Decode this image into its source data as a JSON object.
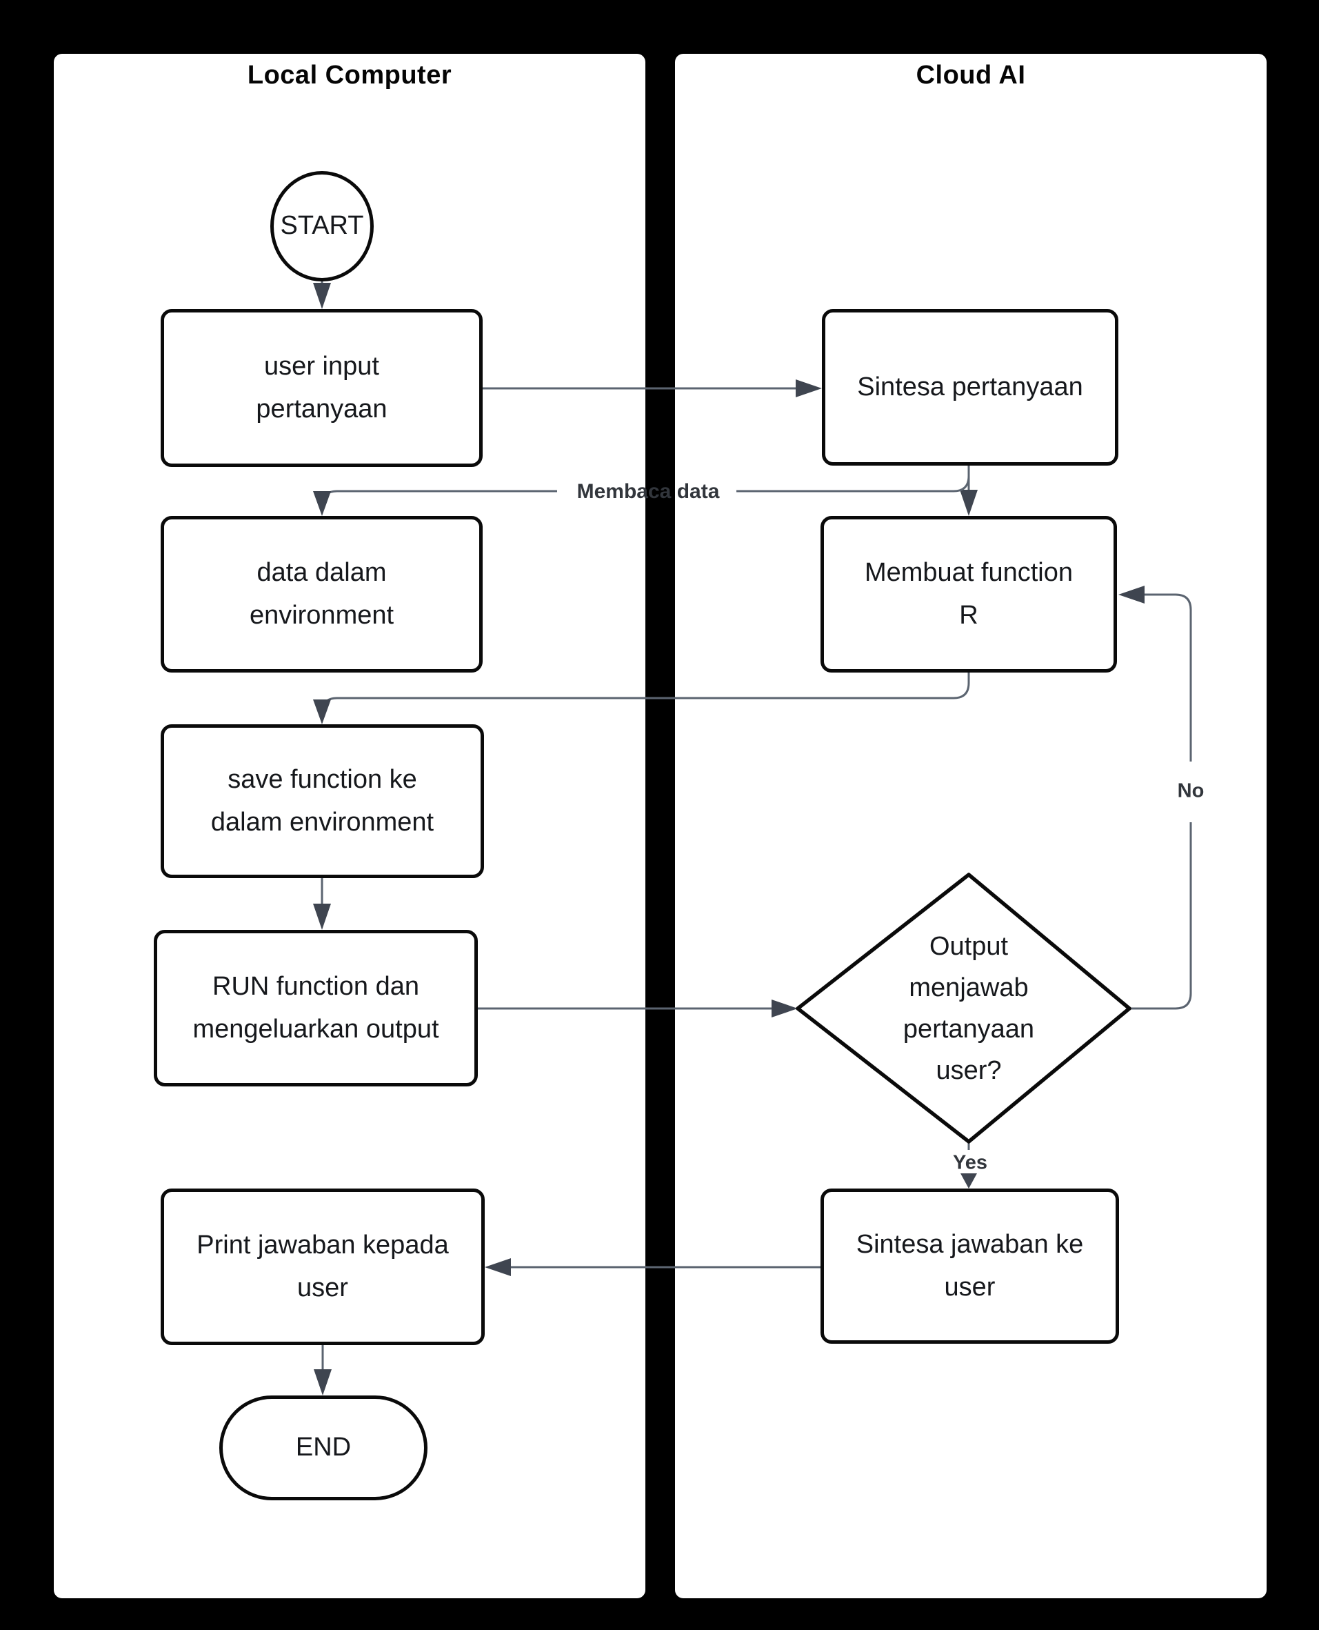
{
  "diagram": {
    "type": "flowchart-swimlane",
    "lanes": [
      {
        "id": "local",
        "title": "Local Computer"
      },
      {
        "id": "cloud",
        "title": "Cloud AI"
      }
    ],
    "nodes": {
      "start": {
        "label": "START",
        "shape": "circle",
        "lane": "local"
      },
      "user_input": {
        "label": "user input\npertanyaan",
        "shape": "rect",
        "lane": "local"
      },
      "data_env": {
        "label": "data dalam\nenvironment",
        "shape": "rect",
        "lane": "local"
      },
      "save_fn": {
        "label": "save function ke\ndalam environment",
        "shape": "rect",
        "lane": "local"
      },
      "run_fn": {
        "label": "RUN function dan\nmengeluarkan output",
        "shape": "rect",
        "lane": "local"
      },
      "print_out": {
        "label": "Print jawaban kepada\nuser",
        "shape": "rect",
        "lane": "local"
      },
      "end": {
        "label": "END",
        "shape": "stadium",
        "lane": "local"
      },
      "sintesa_q": {
        "label": "Sintesa pertanyaan",
        "shape": "rect",
        "lane": "cloud"
      },
      "membuat_fn": {
        "label": "Membuat function\nR",
        "shape": "rect",
        "lane": "cloud"
      },
      "decision": {
        "label": "Output\nmenjawab\npertanyaan\nuser?",
        "shape": "diamond",
        "lane": "cloud"
      },
      "sintesa_j": {
        "label": "Sintesa jawaban ke\nuser",
        "shape": "rect",
        "lane": "cloud"
      }
    },
    "edge_labels": {
      "membaca_data": "Membaca data",
      "no": "No",
      "yes": "Yes"
    },
    "edges": [
      {
        "from": "start",
        "to": "user_input"
      },
      {
        "from": "user_input",
        "to": "sintesa_q"
      },
      {
        "from": "sintesa_q",
        "to": "membuat_fn"
      },
      {
        "from": "sintesa_q",
        "to": "data_env",
        "label": "Membaca data"
      },
      {
        "from": "membuat_fn",
        "to": "save_fn"
      },
      {
        "from": "save_fn",
        "to": "run_fn"
      },
      {
        "from": "run_fn",
        "to": "decision"
      },
      {
        "from": "decision",
        "to": "membuat_fn",
        "label": "No"
      },
      {
        "from": "decision",
        "to": "sintesa_j",
        "label": "Yes"
      },
      {
        "from": "sintesa_j",
        "to": "print_out"
      },
      {
        "from": "print_out",
        "to": "end"
      }
    ]
  },
  "colors": {
    "background": "#000000",
    "lane_fill": "#ffffff",
    "node_border": "#0a0a0a",
    "node_text": "#16181c",
    "edge_line": "#5b6470",
    "arrowhead": "#3f4550",
    "label_text": "#32363c",
    "title_text": "#050505"
  }
}
